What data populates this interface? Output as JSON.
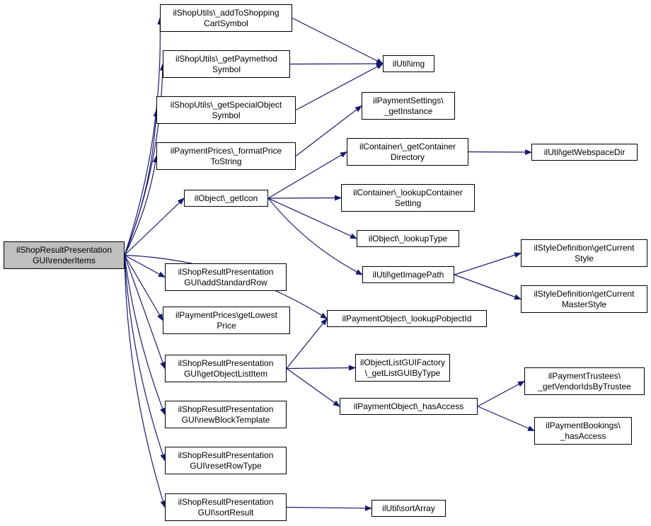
{
  "diagram": {
    "type": "call-graph",
    "colors": {
      "edge": "#191970",
      "node_border": "#000000",
      "root_fill": "#bfbfbf",
      "node_fill": "#ffffff"
    },
    "nodes": [
      {
        "id": "root",
        "lines": [
          "ilShopResultPresentation",
          "GUI\\renderItems"
        ]
      },
      {
        "id": "addToShoppingCartSymbol",
        "lines": [
          "ilShopUtils\\_addToShopping",
          "CartSymbol"
        ]
      },
      {
        "id": "getPaymethodSymbol",
        "lines": [
          "ilShopUtils\\_getPaymethod",
          "Symbol"
        ]
      },
      {
        "id": "getSpecialObjectSymbol",
        "lines": [
          "ilShopUtils\\_getSpecialObject",
          "Symbol"
        ]
      },
      {
        "id": "formatPriceToString",
        "lines": [
          "ilPaymentPrices\\_formatPrice",
          "ToString"
        ]
      },
      {
        "id": "getIcon",
        "lines": [
          "ilObject\\_getIcon"
        ]
      },
      {
        "id": "addStandardRow",
        "lines": [
          "ilShopResultPresentation",
          "GUI\\addStandardRow"
        ]
      },
      {
        "id": "getLowestPrice",
        "lines": [
          "ilPaymentPrices\\getLowest",
          "Price"
        ]
      },
      {
        "id": "getObjectListItem",
        "lines": [
          "ilShopResultPresentation",
          "GUI\\getObjectListItem"
        ]
      },
      {
        "id": "newBlockTemplate",
        "lines": [
          "ilShopResultPresentation",
          "GUI\\newBlockTemplate"
        ]
      },
      {
        "id": "resetRowType",
        "lines": [
          "ilShopResultPresentation",
          "GUI\\resetRowType"
        ]
      },
      {
        "id": "sortResult",
        "lines": [
          "ilShopResultPresentation",
          "GUI\\sortResult"
        ]
      },
      {
        "id": "img",
        "lines": [
          "ilUtil\\img"
        ]
      },
      {
        "id": "paymentSettingsGetInstance",
        "lines": [
          "ilPaymentSettings\\",
          "_getInstance"
        ]
      },
      {
        "id": "getContainerDirectory",
        "lines": [
          "ilContainer\\_getContainer",
          "Directory"
        ]
      },
      {
        "id": "lookupContainerSetting",
        "lines": [
          "ilContainer\\_lookupContainer",
          "Setting"
        ]
      },
      {
        "id": "lookupType",
        "lines": [
          "ilObject\\_lookupType"
        ]
      },
      {
        "id": "getImagePath",
        "lines": [
          "ilUtil\\getImagePath"
        ]
      },
      {
        "id": "lookupPobjectId",
        "lines": [
          "ilPaymentObject\\_lookupPobjectId"
        ]
      },
      {
        "id": "getListGUIByType",
        "lines": [
          "ilObjectListGUIFactory",
          "\\_getListGUIByType"
        ]
      },
      {
        "id": "hasAccess",
        "lines": [
          "ilPaymentObject\\_hasAccess"
        ]
      },
      {
        "id": "sortArray",
        "lines": [
          "ilUtil\\sortArray"
        ]
      },
      {
        "id": "getWebspaceDir",
        "lines": [
          "ilUtil\\getWebspaceDir"
        ]
      },
      {
        "id": "getCurrentStyle",
        "lines": [
          "ilStyleDefinition\\getCurrent",
          "Style"
        ]
      },
      {
        "id": "getCurrentMasterStyle",
        "lines": [
          "ilStyleDefinition\\getCurrent",
          "MasterStyle"
        ]
      },
      {
        "id": "getVendorIdsByTrustee",
        "lines": [
          "ilPaymentTrustees\\",
          "_getVendorIdsByTrustee"
        ]
      },
      {
        "id": "paymentBookingsHasAccess",
        "lines": [
          "ilPaymentBookings\\",
          "_hasAccess"
        ]
      }
    ],
    "edges": [
      [
        "root",
        "addToShoppingCartSymbol"
      ],
      [
        "root",
        "getPaymethodSymbol"
      ],
      [
        "root",
        "getSpecialObjectSymbol"
      ],
      [
        "root",
        "formatPriceToString"
      ],
      [
        "root",
        "getIcon"
      ],
      [
        "root",
        "lookupPobjectId"
      ],
      [
        "root",
        "addStandardRow"
      ],
      [
        "root",
        "getLowestPrice"
      ],
      [
        "root",
        "getObjectListItem"
      ],
      [
        "root",
        "newBlockTemplate"
      ],
      [
        "root",
        "resetRowType"
      ],
      [
        "root",
        "sortResult"
      ],
      [
        "addToShoppingCartSymbol",
        "img"
      ],
      [
        "getPaymethodSymbol",
        "img"
      ],
      [
        "getSpecialObjectSymbol",
        "img"
      ],
      [
        "formatPriceToString",
        "paymentSettingsGetInstance"
      ],
      [
        "getIcon",
        "getContainerDirectory"
      ],
      [
        "getIcon",
        "lookupContainerSetting"
      ],
      [
        "getIcon",
        "lookupType"
      ],
      [
        "getIcon",
        "getImagePath"
      ],
      [
        "getContainerDirectory",
        "getWebspaceDir"
      ],
      [
        "getImagePath",
        "getCurrentStyle"
      ],
      [
        "getImagePath",
        "getCurrentMasterStyle"
      ],
      [
        "getObjectListItem",
        "lookupPobjectId"
      ],
      [
        "getObjectListItem",
        "getListGUIByType"
      ],
      [
        "getObjectListItem",
        "hasAccess"
      ],
      [
        "hasAccess",
        "getVendorIdsByTrustee"
      ],
      [
        "hasAccess",
        "paymentBookingsHasAccess"
      ],
      [
        "sortResult",
        "sortArray"
      ]
    ]
  }
}
